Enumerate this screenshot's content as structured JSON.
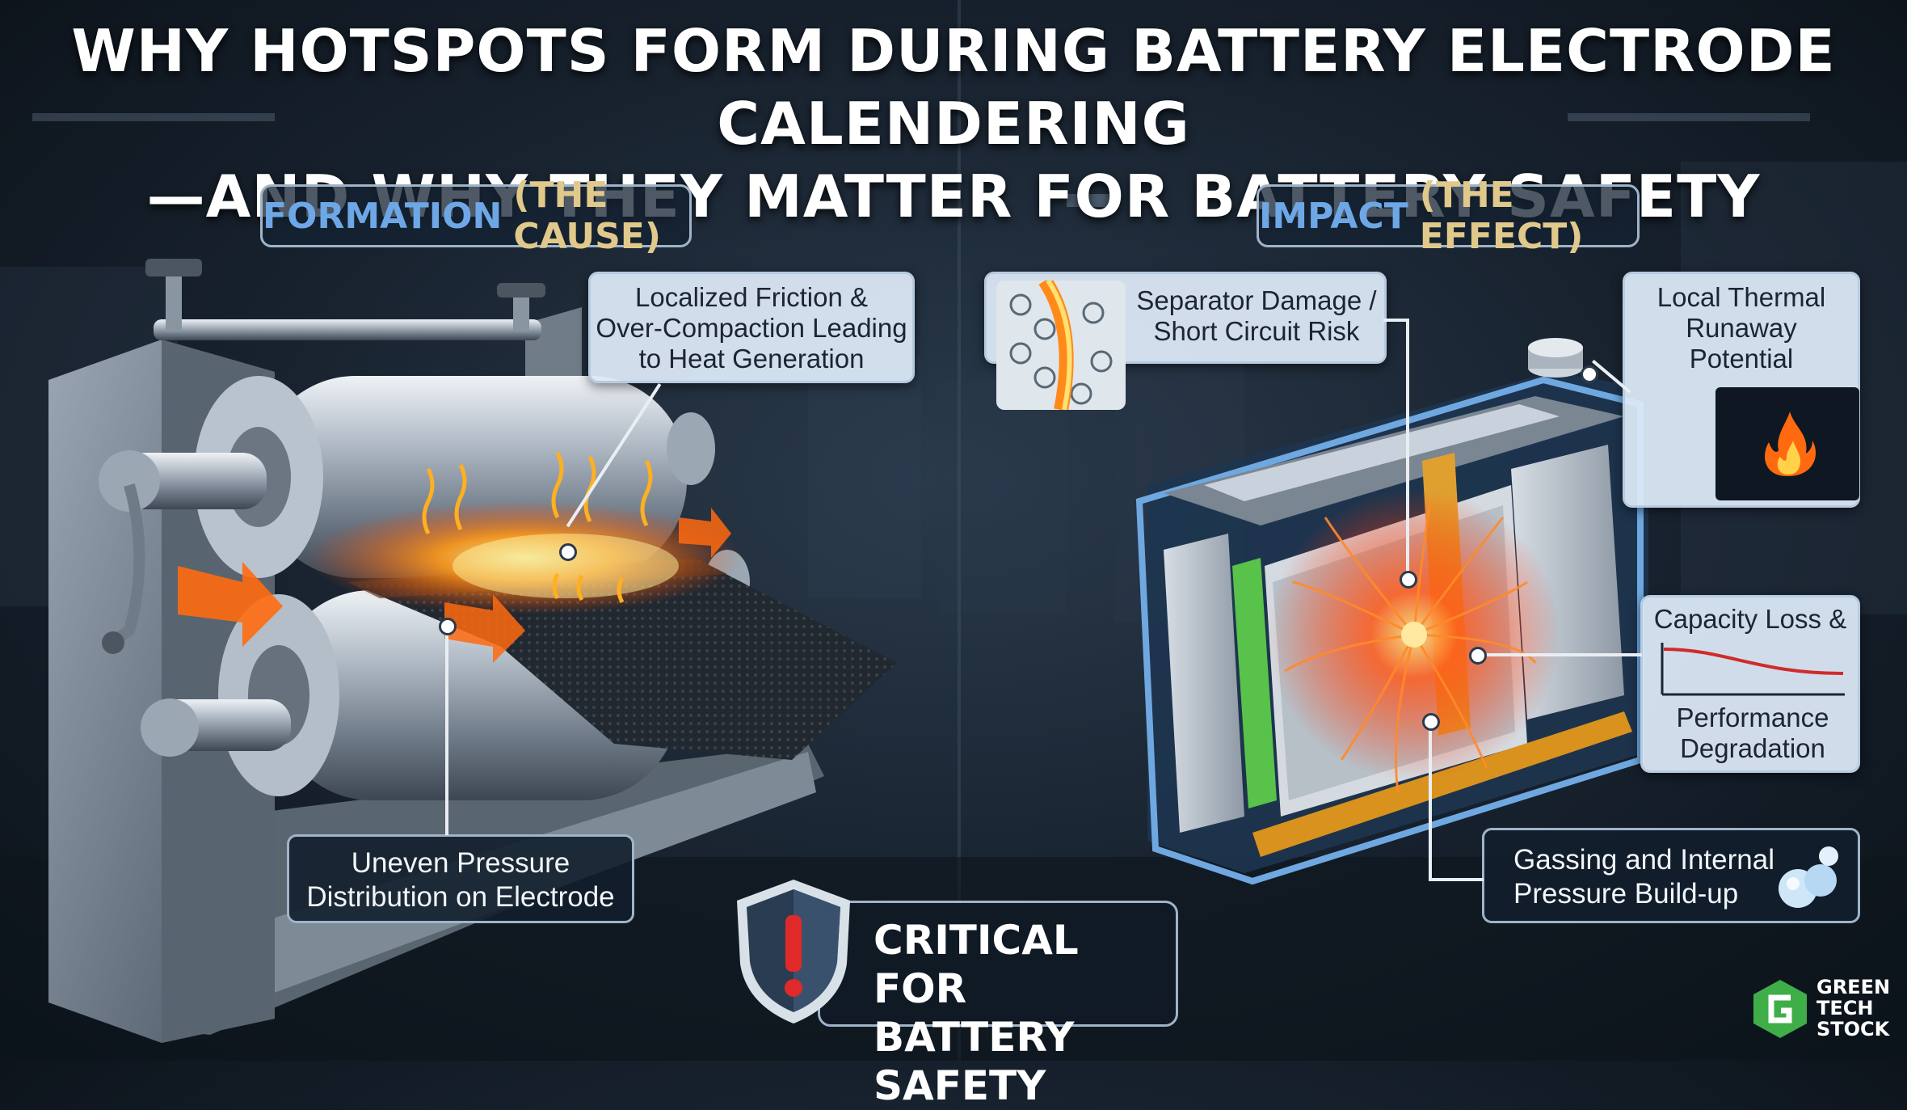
{
  "title": {
    "line1": "WHY HOTSPOTS FORM DURING BATTERY ELECTRODE CALENDERING",
    "line2": "—AND WHY THEY MATTER FOR BATTERY SAFETY"
  },
  "left_section": {
    "head_main": "FORMATION",
    "head_paren": "(THE CAUSE)",
    "callout_friction": [
      "Localized Friction &",
      "Over-Compaction Leading",
      "to Heat Generation"
    ],
    "callout_pressure": [
      "Uneven Pressure",
      "Distribution on Electrode"
    ]
  },
  "right_section": {
    "head_main": "IMPACT",
    "head_paren": "(THE EFFECT)",
    "callout_separator": [
      "Separator Damage /",
      "Short Circuit Risk"
    ],
    "callout_thermal": [
      "Local Thermal",
      "Runaway",
      "Potential"
    ],
    "callout_capacity_top": "Capacity Loss &",
    "callout_capacity_bottom": [
      "Performance",
      "Degradation"
    ],
    "callout_gassing": [
      "Gassing and Internal",
      "Pressure Build-up"
    ]
  },
  "critical": [
    "CRITICAL FOR",
    "BATTERY SAFETY"
  ],
  "logo": [
    "GREEN",
    "TECH",
    "STOCK"
  ],
  "colors": {
    "heat": "#ff6a00",
    "accent_blue": "#6ea7e6",
    "accent_gold": "#e0c98a",
    "alert_red": "#e02a2a",
    "logo_green": "#3fae49"
  },
  "icons": [
    "fire-icon",
    "warning-shield-icon",
    "gas-bubbles-icon",
    "degradation-curve-icon"
  ]
}
